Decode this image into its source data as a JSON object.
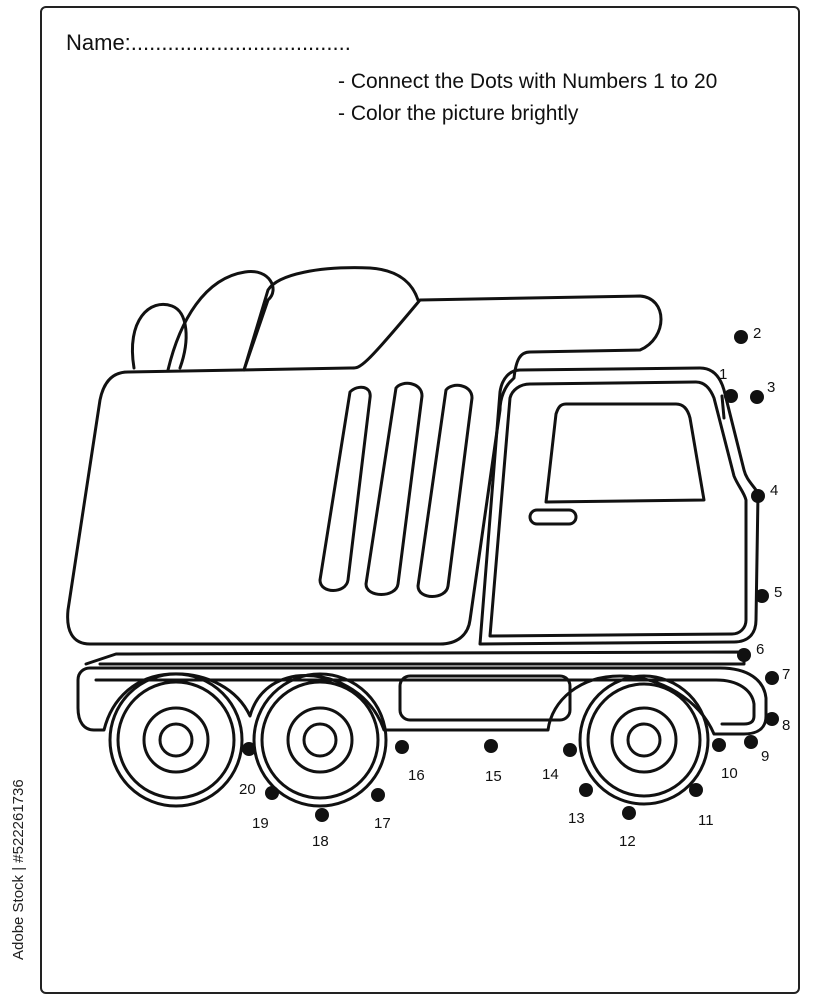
{
  "worksheet": {
    "name_label": "Name:....................................",
    "instructions": [
      "- Connect the Dots with Numbers 1 to 20",
      "- Color the picture brightly"
    ],
    "stock_id": "Adobe Stock | #522261736"
  },
  "dots": [
    {
      "n": "1"
    },
    {
      "n": "2"
    },
    {
      "n": "3"
    },
    {
      "n": "4"
    },
    {
      "n": "5"
    },
    {
      "n": "6"
    },
    {
      "n": "7"
    },
    {
      "n": "8"
    },
    {
      "n": "9"
    },
    {
      "n": "10"
    },
    {
      "n": "11"
    },
    {
      "n": "12"
    },
    {
      "n": "13"
    },
    {
      "n": "14"
    },
    {
      "n": "15"
    },
    {
      "n": "16"
    },
    {
      "n": "17"
    },
    {
      "n": "18"
    },
    {
      "n": "19"
    },
    {
      "n": "20"
    }
  ],
  "colors": {
    "ink": "#111111",
    "paper": "#ffffff"
  }
}
